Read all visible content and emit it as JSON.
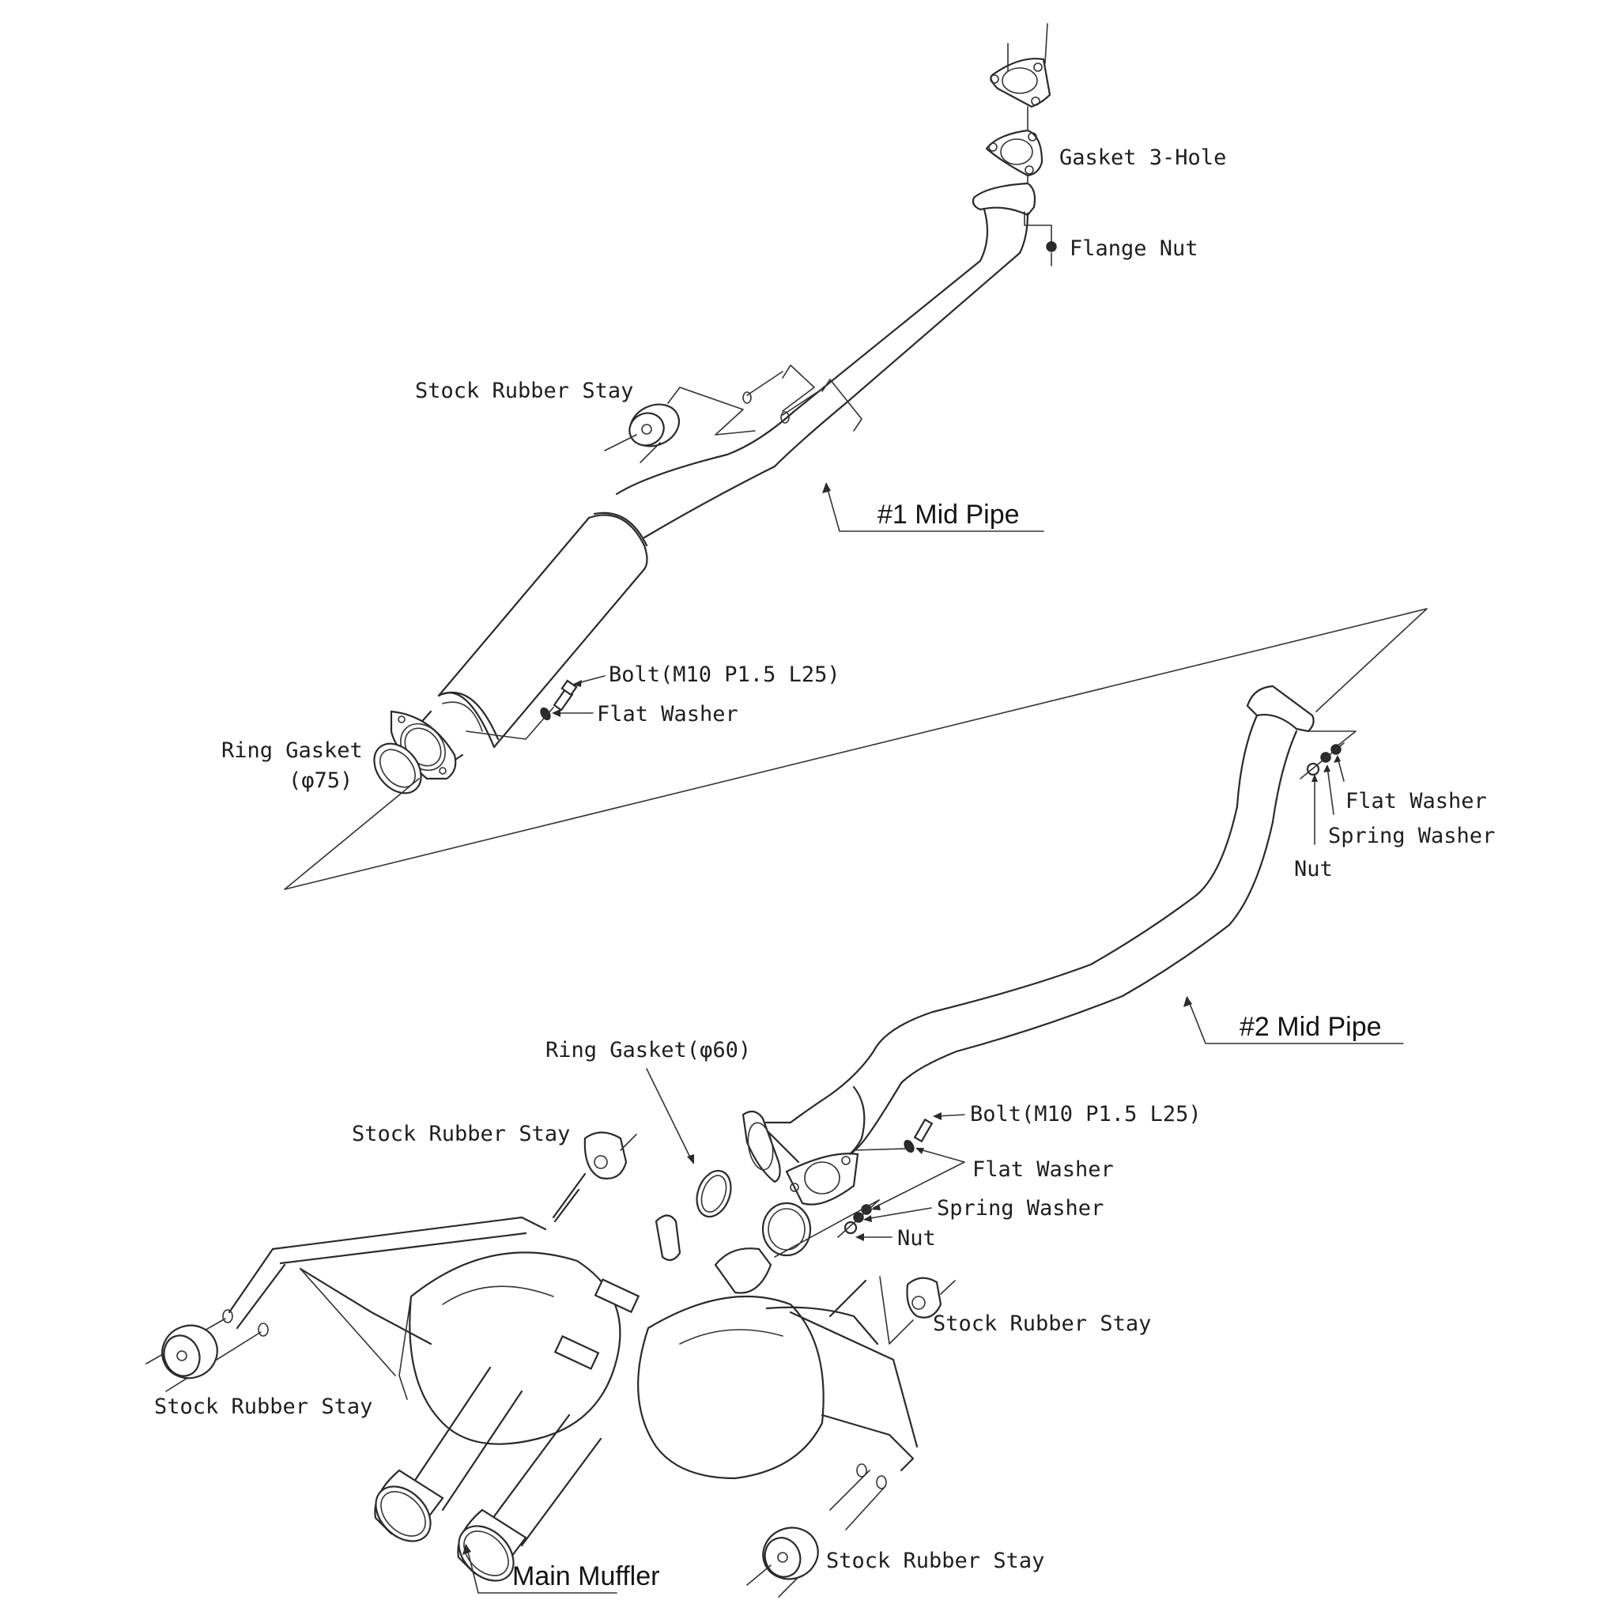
{
  "diagram": {
    "type": "exploded-parts-diagram",
    "subject": "Exhaust system assembly",
    "assemblies": {
      "mid_pipe_1": "#1 Mid Pipe",
      "mid_pipe_2": "#2 Mid Pipe",
      "main_muffler": "Main Muffler"
    },
    "labels": {
      "gasket_3hole": "Gasket 3-Hole",
      "flange_nut": "Flange Nut",
      "stock_rubber_stay_1": "Stock Rubber Stay",
      "bolt_1": "Bolt(M10 P1.5 L25)",
      "flat_washer_1": "Flat Washer",
      "ring_gasket_75_line1": "Ring Gasket",
      "ring_gasket_75_line2": "(φ75)",
      "flat_washer_2": "Flat Washer",
      "spring_washer_2": "Spring Washer",
      "nut_2": "Nut",
      "ring_gasket_60": "Ring Gasket(φ60)",
      "stock_rubber_stay_2": "Stock Rubber Stay",
      "bolt_3": "Bolt(M10 P1.5 L25)",
      "flat_washer_3": "Flat Washer",
      "spring_washer_3": "Spring Washer",
      "nut_3": "Nut",
      "stock_rubber_stay_3": "Stock Rubber Stay",
      "stock_rubber_stay_4": "Stock Rubber Stay",
      "stock_rubber_stay_5": "Stock Rubber Stay"
    }
  }
}
